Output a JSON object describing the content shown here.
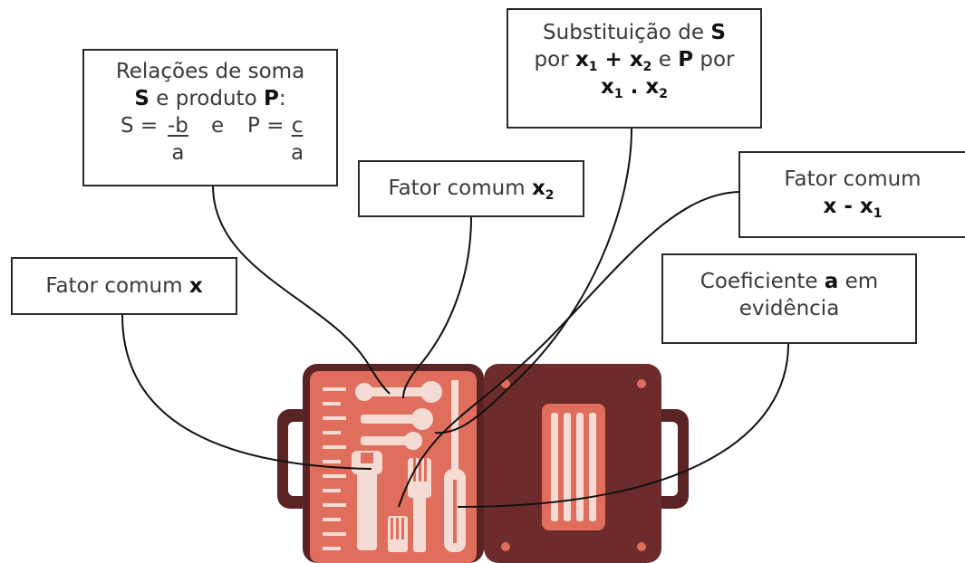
{
  "boxes": {
    "soma_produto": {
      "line1": "Relações de soma",
      "s": "S",
      "mid": " e produto ",
      "p": "P",
      "colon": ":",
      "s_eq": "S = ",
      "s_num": "-b",
      "e": "e",
      "p_eq": "P = ",
      "p_num": "c",
      "den_a": "a",
      "den_b": "a"
    },
    "substituicao": {
      "line1_pre": "Substituição de ",
      "line1_s": "S",
      "por1": "por ",
      "x1": "x",
      "sub1": "1",
      "plus": " + ",
      "x2": "x",
      "sub2": "2",
      "e": " e ",
      "p": "P",
      "por2": " por",
      "x3": "x",
      "sub3": "1",
      "dot": " . ",
      "x4": "x",
      "sub4": "2"
    },
    "fator_x2": {
      "text": "Fator comum ",
      "x": "x",
      "sub": "2"
    },
    "fator_x_minus_x1": {
      "line1": "Fator comum",
      "x": "x - x",
      "sub": "1"
    },
    "fator_x": {
      "text": "Fator comum ",
      "x": "x"
    },
    "coeficiente": {
      "pre": "Coeficiente ",
      "a": "a",
      "post": " em",
      "line2": "evidência"
    }
  },
  "colors": {
    "case_left": "#e06e5c",
    "case_left_dark": "#c25546",
    "case_right": "#6e2b2b",
    "case_right_border": "#7a3030",
    "tool_light": "#f4dcd4",
    "handle": "#5a2424",
    "line": "#111111"
  }
}
